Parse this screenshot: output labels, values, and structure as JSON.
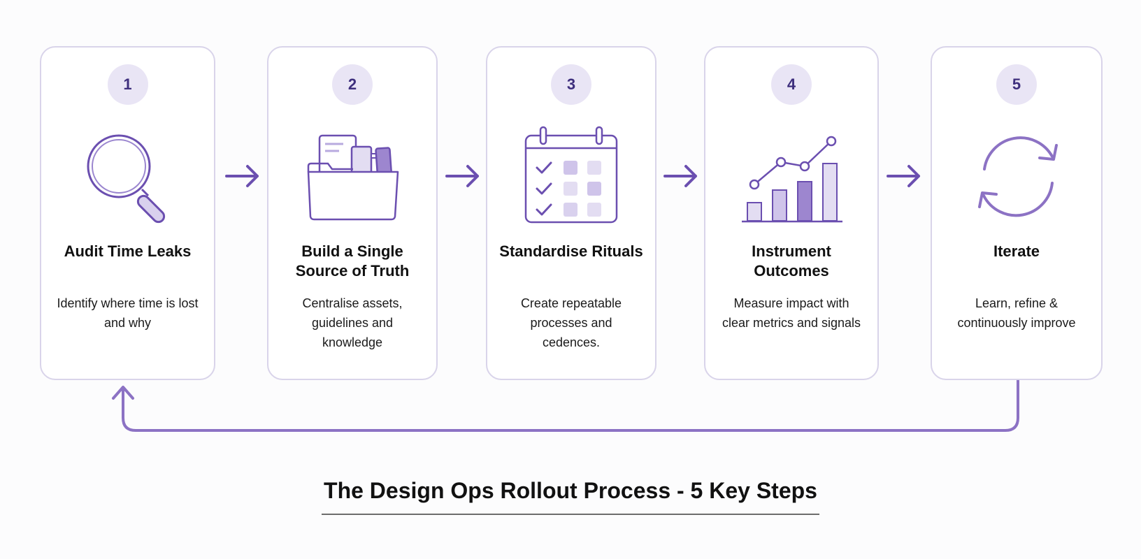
{
  "steps": [
    {
      "number": "1",
      "title": "Audit Time Leaks",
      "description": "Identify where time is lost and why",
      "icon": "magnifier-icon"
    },
    {
      "number": "2",
      "title": "Build a Single Source of Truth",
      "description": "Centralise assets, guidelines and knowledge",
      "icon": "folder-icon"
    },
    {
      "number": "3",
      "title": "Standardise Rituals",
      "description": "Create repeatable processes and cedences.",
      "icon": "calendar-icon"
    },
    {
      "number": "4",
      "title": "Instrument Outcomes",
      "description": "Measure impact with clear metrics and signals",
      "icon": "chart-icon"
    },
    {
      "number": "5",
      "title": "Iterate",
      "description": "Learn, refine & continuously improve",
      "icon": "refresh-icon"
    }
  ],
  "footer": {
    "title": "The Design Ops Rollout Process - 5 Key Steps"
  },
  "colors": {
    "accent": "#6b4fb0",
    "card_border": "#d9d4ea",
    "badge_bg": "#e9e5f5",
    "icon_fill": "#d9d1ee"
  }
}
